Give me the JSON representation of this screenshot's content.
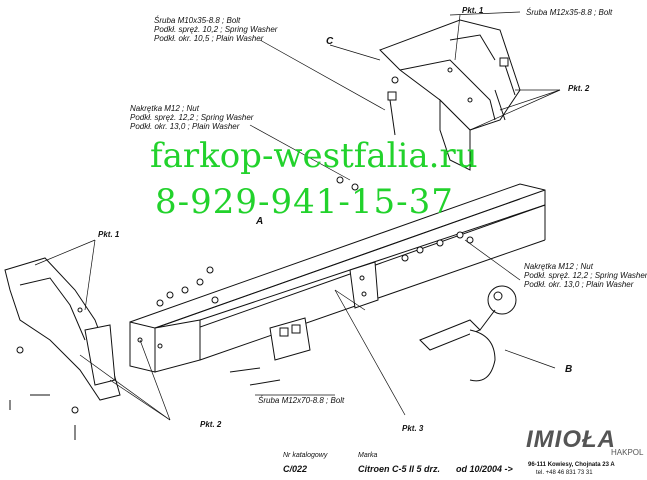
{
  "labels": {
    "bolt_m10": [
      "Śruba M10x35-8.8  ;  Bolt",
      "Podkł. spręż. 10,2 ; Spring Washer",
      "Podkł. okr. 10,5 ;  Plain Washer"
    ],
    "bolt_m12_top": "Śruba M12x35-8.8  ;  Bolt",
    "nut_left": [
      "Nakrętka  M12 ; Nut",
      "Podkł. spręż. 12,2 ; Spring Washer",
      "Podkł. okr. 13,0 ;  Plain Washer"
    ],
    "nut_right": [
      "Nakrętka  M12 ; Nut",
      "Podkł. spręż. 12,2 ; Spring Washer",
      "Podkł. okr. 13,0 ;  Plain Washer"
    ],
    "bolt_m12x70": "Śruba M12x70-8.8  ;  Bolt"
  },
  "callouts": {
    "pkt1_top": "Pkt. 1",
    "pkt2_right": "Pkt. 2",
    "pkt1_left": "Pkt. 1",
    "pkt2_bottom": "Pkt. 2",
    "pkt3": "Pkt. 3"
  },
  "letters": {
    "a": "A",
    "b": "B",
    "c": "C"
  },
  "watermark": {
    "url": "farkop-westfalia.ru",
    "phone": "8-929-941-15-37"
  },
  "footer": {
    "catalog_label": "Nr katalogowy",
    "catalog_value": "C/022",
    "brand_label": "Marka",
    "model": "Citroen C-5 II 5 drz.",
    "date": "od 10/2004 ->",
    "logo": "IMIOŁA",
    "logo_sub": "HAKPOL",
    "address": "96-111 Kowiesy, Chojnata 23 A",
    "phone": "tel. +48 46 831 73 31"
  },
  "colors": {
    "watermark": "#22d22c",
    "line": "#111111",
    "logo": "#555555"
  }
}
